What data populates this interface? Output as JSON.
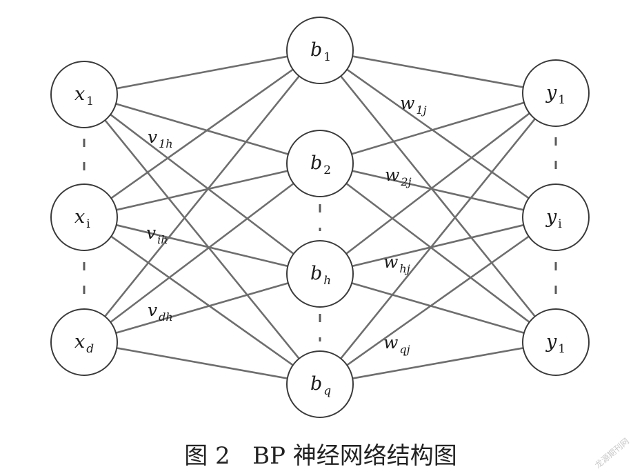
{
  "input_nodes": [
    {
      "var": "x",
      "sub": "1"
    },
    {
      "var": "x",
      "sub": "i"
    },
    {
      "var": "x",
      "sub": "d"
    }
  ],
  "hidden_nodes": [
    {
      "var": "b",
      "sub": "1"
    },
    {
      "var": "b",
      "sub": "2"
    },
    {
      "var": "b",
      "sub": "h"
    },
    {
      "var": "b",
      "sub": "q"
    }
  ],
  "output_nodes": [
    {
      "var": "y",
      "sub": "1"
    },
    {
      "var": "y",
      "sub": "i"
    },
    {
      "var": "y",
      "sub": "1"
    }
  ],
  "input_weights": [
    {
      "var": "v",
      "sub": "1h"
    },
    {
      "var": "v",
      "sub": "ih"
    },
    {
      "var": "v",
      "sub": "dh"
    }
  ],
  "output_weights": [
    {
      "var": "w",
      "sub": "1j"
    },
    {
      "var": "w",
      "sub": "2j"
    },
    {
      "var": "w",
      "sub": "hj"
    },
    {
      "var": "w",
      "sub": "qj"
    }
  ],
  "caption": "图 2   BP 神经网络结构图",
  "watermark": "龙源期刊网"
}
